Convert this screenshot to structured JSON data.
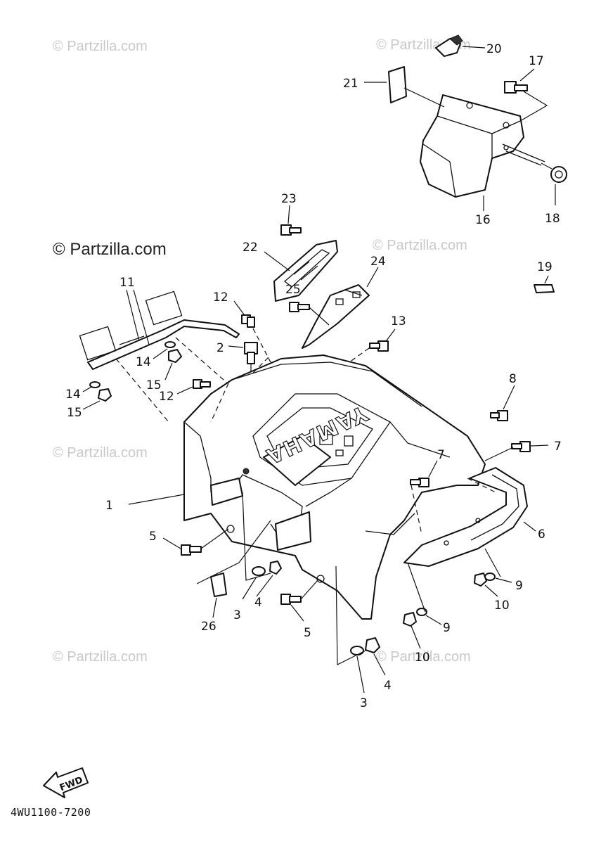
{
  "watermark": "© Partzilla.com",
  "diagram_code": "4WU1100-7200",
  "fwd_label": "FWD",
  "brand_text": "YAMAHA",
  "callouts": {
    "c1": "1",
    "c2": "2",
    "c3a": "3",
    "c3b": "3",
    "c4a": "4",
    "c4b": "4",
    "c5a": "5",
    "c5b": "5",
    "c6": "6",
    "c7a": "7",
    "c7b": "7",
    "c8": "8",
    "c9a": "9",
    "c9b": "9",
    "c10a": "10",
    "c10b": "10",
    "c11": "11",
    "c12a": "12",
    "c12b": "12",
    "c13": "13",
    "c14a": "14",
    "c14b": "14",
    "c15a": "15",
    "c15b": "15",
    "c16": "16",
    "c17": "17",
    "c18": "18",
    "c19": "19",
    "c20": "20",
    "c21": "21",
    "c22": "22",
    "c23": "23",
    "c24": "24",
    "c25": "25",
    "c26": "26"
  }
}
